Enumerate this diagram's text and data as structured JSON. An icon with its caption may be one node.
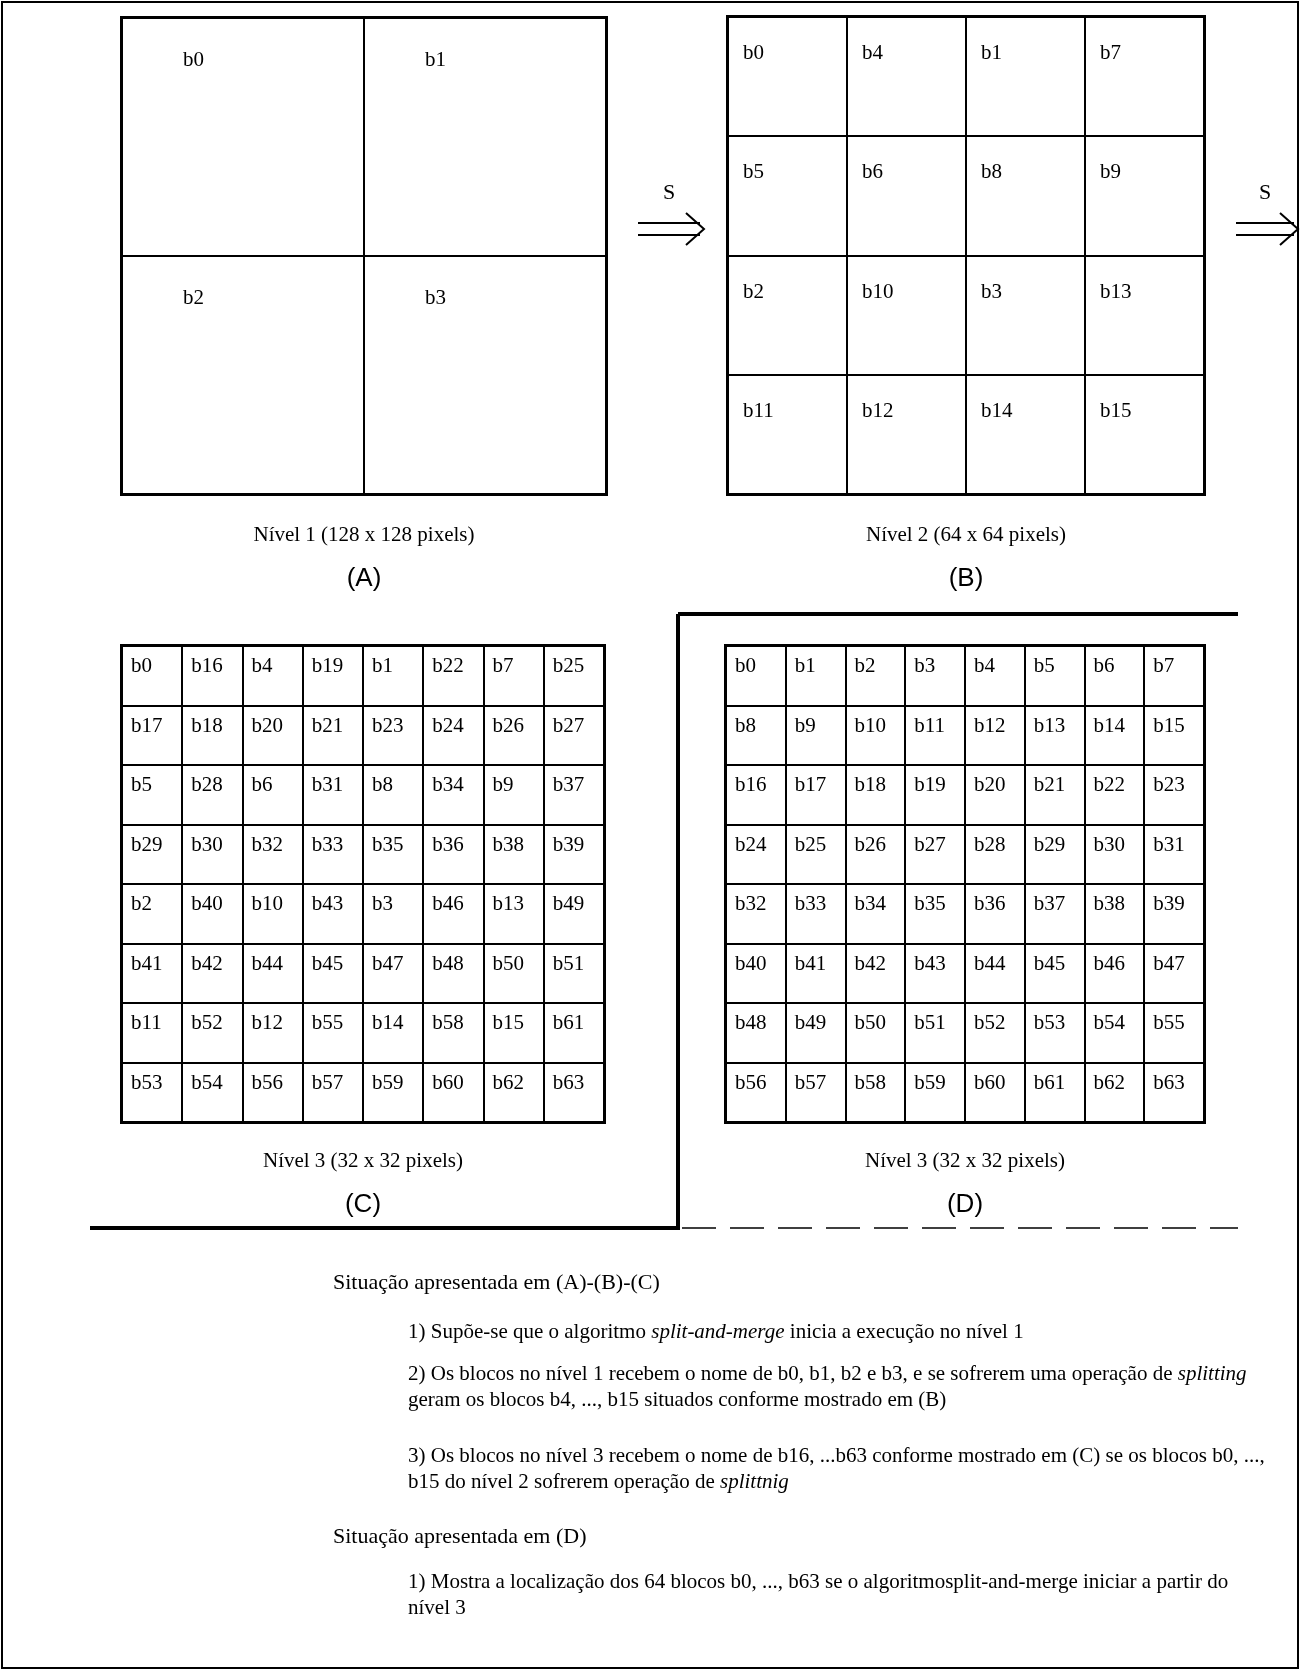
{
  "diagram": {
    "nodes": [
      {
        "text": [],
        "shape": "box",
        "beside": [
          "Nível 1 (128 x 128 pixels)",
          "(A)"
        ]
      },
      {
        "text": [
          "b0"
        ],
        "in": 0
      },
      {
        "text": [
          "b1"
        ],
        "in": 0
      },
      {
        "text": [
          "b2"
        ],
        "in": 0
      },
      {
        "text": [
          "b3"
        ],
        "in": 0
      },
      {
        "text": [],
        "shape": "box",
        "beside": [
          "Nível 2 (64 x 64 pixels)",
          "(B)"
        ]
      },
      {
        "text": [
          "b0"
        ],
        "in": 5
      },
      {
        "text": [
          "b4"
        ],
        "in": 5
      },
      {
        "text": [
          "b1"
        ],
        "in": 5
      },
      {
        "text": [
          "b7"
        ],
        "in": 5
      },
      {
        "text": [
          "b5"
        ],
        "in": 5
      },
      {
        "text": [
          "b6"
        ],
        "in": 5
      },
      {
        "text": [
          "b8"
        ],
        "in": 5
      },
      {
        "text": [
          "b9"
        ],
        "in": 5
      },
      {
        "text": [
          "b2"
        ],
        "in": 5
      },
      {
        "text": [
          "b10"
        ],
        "in": 5
      },
      {
        "text": [
          "b3"
        ],
        "in": 5
      },
      {
        "text": [
          "b13"
        ],
        "in": 5
      },
      {
        "text": [
          "b11"
        ],
        "in": 5
      },
      {
        "text": [
          "b12"
        ],
        "in": 5
      },
      {
        "text": [
          "b14"
        ],
        "in": 5
      },
      {
        "text": [
          "b15"
        ],
        "in": 5
      },
      {
        "text": [],
        "shape": "box",
        "beside": [
          "Nível 3 (32 x 32 pixels)",
          "(C)"
        ]
      },
      {
        "text": [
          "b0"
        ],
        "in": 22
      },
      {
        "text": [
          "b16"
        ],
        "in": 22
      },
      {
        "text": [
          "b4"
        ],
        "in": 22
      },
      {
        "text": [
          "b19"
        ],
        "in": 22
      },
      {
        "text": [
          "b1"
        ],
        "in": 22
      },
      {
        "text": [
          "b22"
        ],
        "in": 22
      },
      {
        "text": [
          "b7"
        ],
        "in": 22
      },
      {
        "text": [
          "b25"
        ],
        "in": 22
      },
      {
        "text": [
          "b17"
        ],
        "in": 22
      },
      {
        "text": [
          "b18"
        ],
        "in": 22
      },
      {
        "text": [
          "b20"
        ],
        "in": 22
      },
      {
        "text": [
          "b21"
        ],
        "in": 22
      },
      {
        "text": [
          "b23"
        ],
        "in": 22
      },
      {
        "text": [
          "b24"
        ],
        "in": 22
      },
      {
        "text": [
          "b26"
        ],
        "in": 22
      },
      {
        "text": [
          "b27"
        ],
        "in": 22
      },
      {
        "text": [
          "b5"
        ],
        "in": 22
      },
      {
        "text": [
          "b28"
        ],
        "in": 22
      },
      {
        "text": [
          "b6"
        ],
        "in": 22
      },
      {
        "text": [
          "b31"
        ],
        "in": 22
      },
      {
        "text": [
          "b8"
        ],
        "in": 22
      },
      {
        "text": [
          "b34"
        ],
        "in": 22
      },
      {
        "text": [
          "b9"
        ],
        "in": 22
      },
      {
        "text": [
          "b37"
        ],
        "in": 22
      },
      {
        "text": [
          "b29"
        ],
        "in": 22
      },
      {
        "text": [
          "b30"
        ],
        "in": 22
      },
      {
        "text": [
          "b32"
        ],
        "in": 22
      },
      {
        "text": [
          "b33"
        ],
        "in": 22
      },
      {
        "text": [
          "b35"
        ],
        "in": 22
      },
      {
        "text": [
          "b36"
        ],
        "in": 22
      },
      {
        "text": [
          "b38"
        ],
        "in": 22
      },
      {
        "text": [
          "b39"
        ],
        "in": 22
      },
      {
        "text": [
          "b2"
        ],
        "in": 22
      },
      {
        "text": [
          "b40"
        ],
        "in": 22
      },
      {
        "text": [
          "b10"
        ],
        "in": 22
      },
      {
        "text": [
          "b43"
        ],
        "in": 22
      },
      {
        "text": [
          "b3"
        ],
        "in": 22
      },
      {
        "text": [
          "b46"
        ],
        "in": 22
      },
      {
        "text": [
          "b13"
        ],
        "in": 22
      },
      {
        "text": [
          "b49"
        ],
        "in": 22
      },
      {
        "text": [
          "b41"
        ],
        "in": 22
      },
      {
        "text": [
          "b42"
        ],
        "in": 22
      },
      {
        "text": [
          "b44"
        ],
        "in": 22
      },
      {
        "text": [
          "b45"
        ],
        "in": 22
      },
      {
        "text": [
          "b47"
        ],
        "in": 22
      },
      {
        "text": [
          "b48"
        ],
        "in": 22
      },
      {
        "text": [
          "b50"
        ],
        "in": 22
      },
      {
        "text": [
          "b51"
        ],
        "in": 22
      },
      {
        "text": [
          "b11"
        ],
        "in": 22
      },
      {
        "text": [
          "b52"
        ],
        "in": 22
      },
      {
        "text": [
          "b12"
        ],
        "in": 22
      },
      {
        "text": [
          "b55"
        ],
        "in": 22
      },
      {
        "text": [
          "b14"
        ],
        "in": 22
      },
      {
        "text": [
          "b58"
        ],
        "in": 22
      },
      {
        "text": [
          "b15"
        ],
        "in": 22
      },
      {
        "text": [
          "b61"
        ],
        "in": 22
      },
      {
        "text": [
          "b53"
        ],
        "in": 22
      },
      {
        "text": [
          "b54"
        ],
        "in": 22
      },
      {
        "text": [
          "b56"
        ],
        "in": 22
      },
      {
        "text": [
          "b57"
        ],
        "in": 22
      },
      {
        "text": [
          "b59"
        ],
        "in": 22
      },
      {
        "text": [
          "b60"
        ],
        "in": 22
      },
      {
        "text": [
          "b62"
        ],
        "in": 22
      },
      {
        "text": [
          "b63"
        ],
        "in": 22
      },
      {
        "text": [],
        "shape": "box",
        "beside": [
          "Nível 3 (32 x 32 pixels)",
          "(D)"
        ]
      },
      {
        "text": [
          "b0"
        ],
        "in": 87
      },
      {
        "text": [
          "b1"
        ],
        "in": 87
      },
      {
        "text": [
          "b2"
        ],
        "in": 87
      },
      {
        "text": [
          "b3"
        ],
        "in": 87
      },
      {
        "text": [
          "b4"
        ],
        "in": 87
      },
      {
        "text": [
          "b5"
        ],
        "in": 87
      },
      {
        "text": [
          "b6"
        ],
        "in": 87
      },
      {
        "text": [
          "b7"
        ],
        "in": 87
      },
      {
        "text": [
          "b8"
        ],
        "in": 87
      },
      {
        "text": [
          "b9"
        ],
        "in": 87
      },
      {
        "text": [
          "b10"
        ],
        "in": 87
      },
      {
        "text": [
          "b11"
        ],
        "in": 87
      },
      {
        "text": [
          "b12"
        ],
        "in": 87
      },
      {
        "text": [
          "b13"
        ],
        "in": 87
      },
      {
        "text": [
          "b14"
        ],
        "in": 87
      },
      {
        "text": [
          "b15"
        ],
        "in": 87
      },
      {
        "text": [
          "b16"
        ],
        "in": 87
      },
      {
        "text": [
          "b17"
        ],
        "in": 87
      },
      {
        "text": [
          "b18"
        ],
        "in": 87
      },
      {
        "text": [
          "b19"
        ],
        "in": 87
      },
      {
        "text": [
          "b20"
        ],
        "in": 87
      },
      {
        "text": [
          "b21"
        ],
        "in": 87
      },
      {
        "text": [
          "b22"
        ],
        "in": 87
      },
      {
        "text": [
          "b23"
        ],
        "in": 87
      },
      {
        "text": [
          "b24"
        ],
        "in": 87
      },
      {
        "text": [
          "b25"
        ],
        "in": 87
      },
      {
        "text": [
          "b26"
        ],
        "in": 87
      },
      {
        "text": [
          "b27"
        ],
        "in": 87
      },
      {
        "text": [
          "b28"
        ],
        "in": 87
      },
      {
        "text": [
          "b29"
        ],
        "in": 87
      },
      {
        "text": [
          "b30"
        ],
        "in": 87
      },
      {
        "text": [
          "b31"
        ],
        "in": 87
      },
      {
        "text": [
          "b32"
        ],
        "in": 87
      },
      {
        "text": [
          "b33"
        ],
        "in": 87
      },
      {
        "text": [
          "b34"
        ],
        "in": 87
      },
      {
        "text": [
          "b35"
        ],
        "in": 87
      },
      {
        "text": [
          "b36"
        ],
        "in": 87
      },
      {
        "text": [
          "b37"
        ],
        "in": 87
      },
      {
        "text": [
          "b38"
        ],
        "in": 87
      },
      {
        "text": [
          "b39"
        ],
        "in": 87
      },
      {
        "text": [
          "b40"
        ],
        "in": 87
      },
      {
        "text": [
          "b41"
        ],
        "in": 87
      },
      {
        "text": [
          "b42"
        ],
        "in": 87
      },
      {
        "text": [
          "b43"
        ],
        "in": 87
      },
      {
        "text": [
          "b44"
        ],
        "in": 87
      },
      {
        "text": [
          "b45"
        ],
        "in": 87
      },
      {
        "text": [
          "b46"
        ],
        "in": 87
      },
      {
        "text": [
          "b47"
        ],
        "in": 87
      },
      {
        "text": [
          "b48"
        ],
        "in": 87
      },
      {
        "text": [
          "b49"
        ],
        "in": 87
      },
      {
        "text": [
          "b50"
        ],
        "in": 87
      },
      {
        "text": [
          "b51"
        ],
        "in": 87
      },
      {
        "text": [
          "b52"
        ],
        "in": 87
      },
      {
        "text": [
          "b53"
        ],
        "in": 87
      },
      {
        "text": [
          "b54"
        ],
        "in": 87
      },
      {
        "text": [
          "b55"
        ],
        "in": 87
      },
      {
        "text": [
          "b56"
        ],
        "in": 87
      },
      {
        "text": [
          "b57"
        ],
        "in": 87
      },
      {
        "text": [
          "b58"
        ],
        "in": 87
      },
      {
        "text": [
          "b59"
        ],
        "in": 87
      },
      {
        "text": [
          "b60"
        ],
        "in": 87
      },
      {
        "text": [
          "b61"
        ],
        "in": 87
      },
      {
        "text": [
          "b62"
        ],
        "in": 87
      },
      {
        "text": [
          "b63"
        ],
        "in": 87
      }
    ],
    "edges": [
      {
        "from": 0,
        "to": 5,
        "arrow": "to",
        "label": "S"
      },
      {
        "from": 5,
        "to": null,
        "arrow": "to",
        "label": "S"
      }
    ],
    "labels": [
      "Situação apresentada em (A)-(B)-(C)",
      "1) Supõe-se que o algoritmo *split-and-merge* inicia a execução no nível 1",
      "2) Os blocos no nível 1 recebem o nome de b0, b1, b2 e b3, e se sofrerem uma operação de *splitting* geram os blocos b4, ..., b15 situados conforme mostrado em (B)",
      "3) Os blocos no nível 3 recebem o nome de b16, ...b63 conforme mostrado em (C) se os blocos b0, ..., b15 do nível 2 sofrerem operação de *splittnig*",
      "Situação apresentada em (D)",
      "1) Mostra a localização dos 64 blocos b0, ..., b63 se o algoritmosplit-and-merge iniciar a partir do nível 3"
    ]
  }
}
